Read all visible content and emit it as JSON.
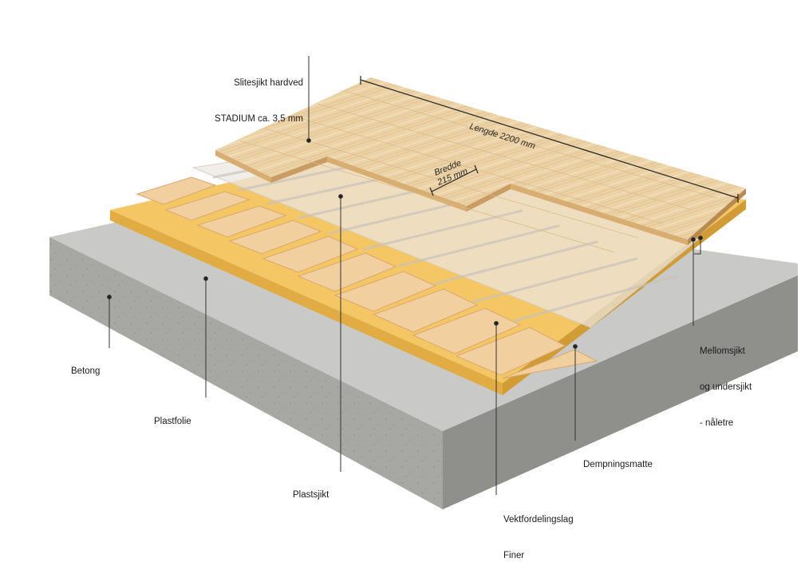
{
  "labels": {
    "slitesjikt_line1": "Slitesjikt hardved",
    "slitesjikt_line2": "STADIUM ca. 3,5 mm",
    "lengde": "Lengde 2200 mm",
    "bredde_line1": "Bredde",
    "bredde_line2": "215 mm",
    "mellomsjikt_line1": "Mellomsjikt",
    "mellomsjikt_line2": "og undersjikt",
    "mellomsjikt_line3": "- nåletre",
    "betong": "Betong",
    "plastfolie": "Plastfolie",
    "plastsjikt": "Plastsjikt",
    "dempningsmatte": "Dempningsmatte",
    "vektfordelingslag_line1": "Vektfordelingslag",
    "vektfordelingslag_line2": "Finer"
  },
  "colors": {
    "concrete_top": "#c9c9c7",
    "concrete_front": "#a9a9a6",
    "concrete_side": "#8f8f8c",
    "mat_yellow": "#f4c764",
    "mat_edge": "#e0ac43",
    "plywood": "#f1cf9e",
    "plywood_edge": "#d9a872",
    "plastic": "#e9e4df",
    "hardwood": "#ecd3a7",
    "hardwood_edge": "#c99c63",
    "leader_line": "#333333"
  }
}
